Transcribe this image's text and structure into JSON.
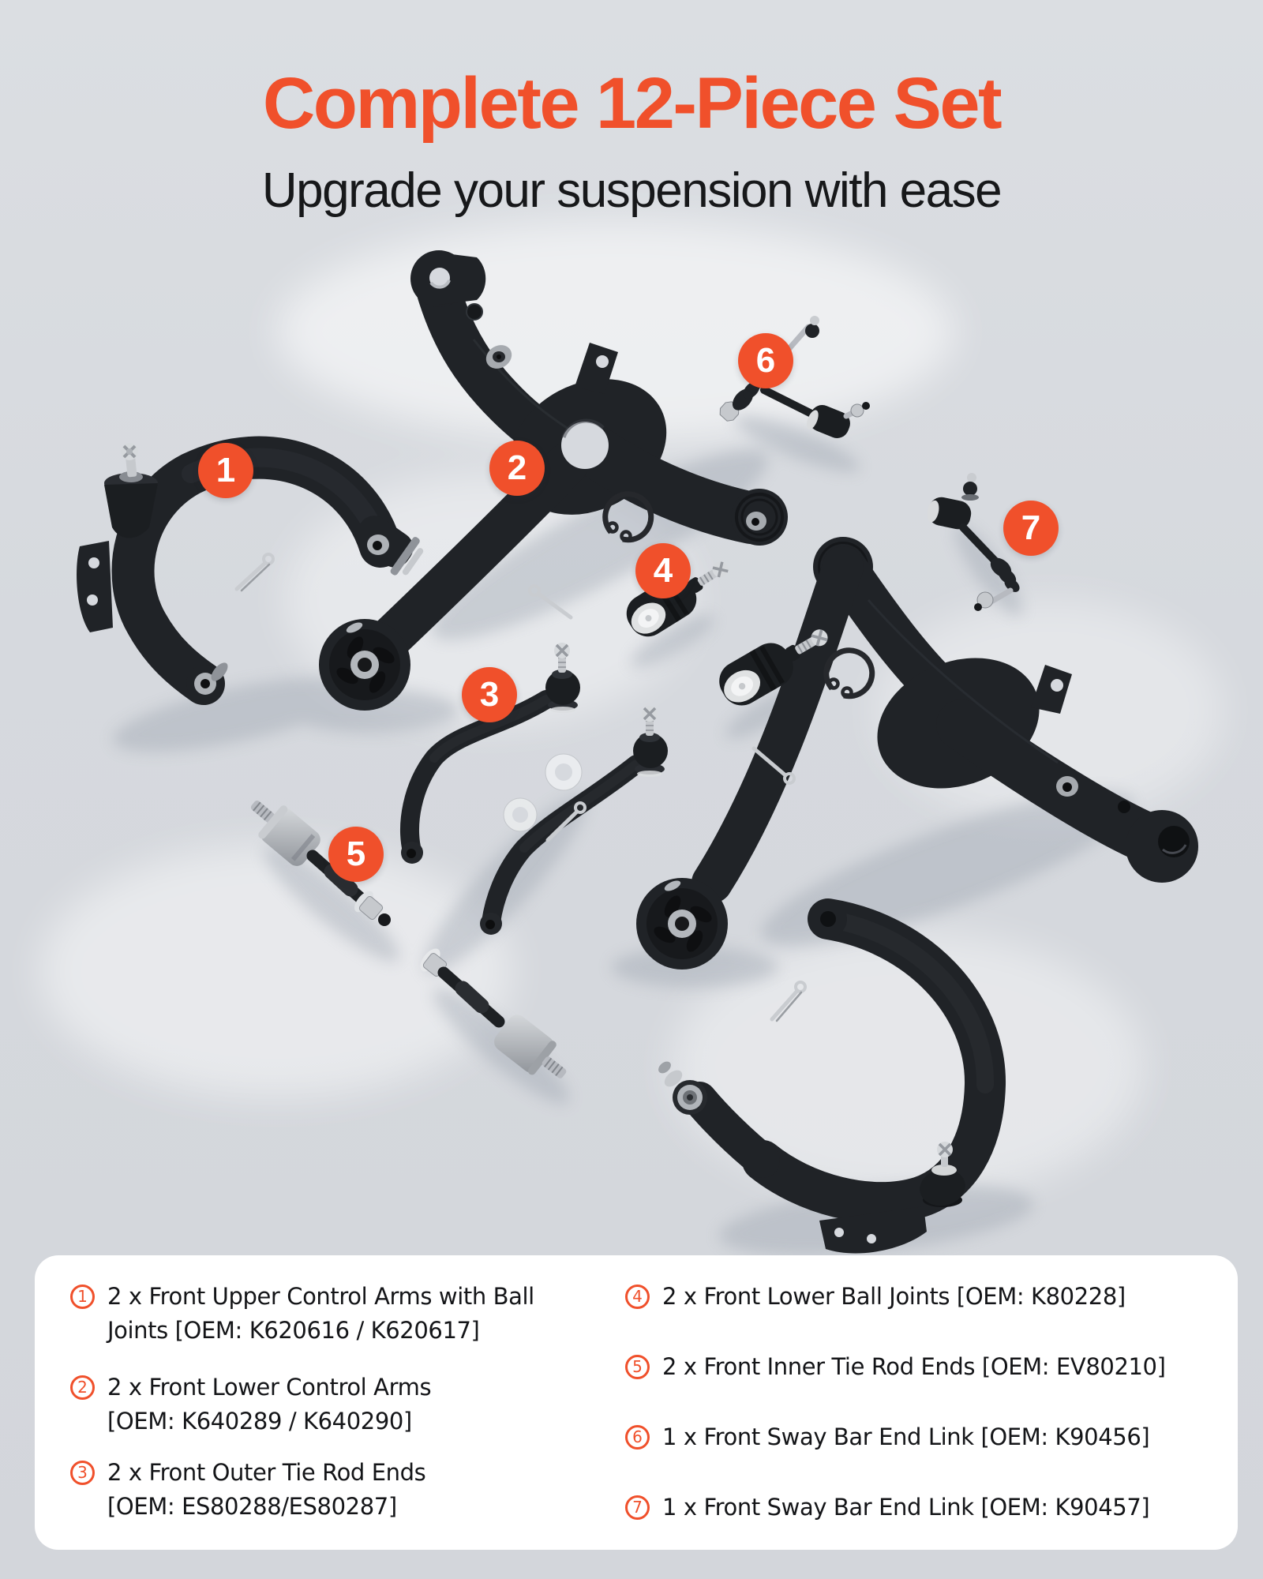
{
  "theme": {
    "background": "#D6D9DE",
    "accent_orange": "#F0502B",
    "text_dark": "#17181A",
    "card_background": "#FFFFFF",
    "part_black": "#202327",
    "metal_silver": "#B3B7BC"
  },
  "header": {
    "title": "Complete 12-Piece Set",
    "subtitle": "Upgrade your suspension with ease"
  },
  "photo": {
    "badges": [
      "1",
      "2",
      "3",
      "4",
      "5",
      "6",
      "7"
    ],
    "parts": [
      "front-upper-control-arm-left",
      "front-lower-control-arm-left",
      "front-outer-tie-rod-ends",
      "front-lower-ball-joints",
      "front-inner-tie-rod-ends",
      "front-sway-bar-end-link-left",
      "front-sway-bar-end-link-right",
      "front-lower-control-arm-right",
      "front-upper-control-arm-right"
    ]
  },
  "legend": {
    "left": [
      {
        "num": "1",
        "lines": [
          "2 x Front Upper Control Arms with Ball",
          "Joints [OEM: K620616 / K620617]"
        ]
      },
      {
        "num": "2",
        "lines": [
          "2 x Front Lower Control Arms",
          "[OEM: K640289 / K640290]"
        ]
      },
      {
        "num": "3",
        "lines": [
          "2 x Front Outer Tie Rod Ends",
          "[OEM: ES80288/ES80287]"
        ]
      }
    ],
    "right": [
      {
        "num": "4",
        "lines": [
          "2 x Front Lower Ball Joints [OEM: K80228]"
        ]
      },
      {
        "num": "5",
        "lines": [
          "2 x Front Inner Tie Rod Ends [OEM: EV80210]"
        ]
      },
      {
        "num": "6",
        "lines": [
          "1 x Front Sway Bar End Link [OEM: K90456]"
        ]
      },
      {
        "num": "7",
        "lines": [
          "1 x Front Sway Bar End Link [OEM: K90457]"
        ]
      }
    ]
  }
}
